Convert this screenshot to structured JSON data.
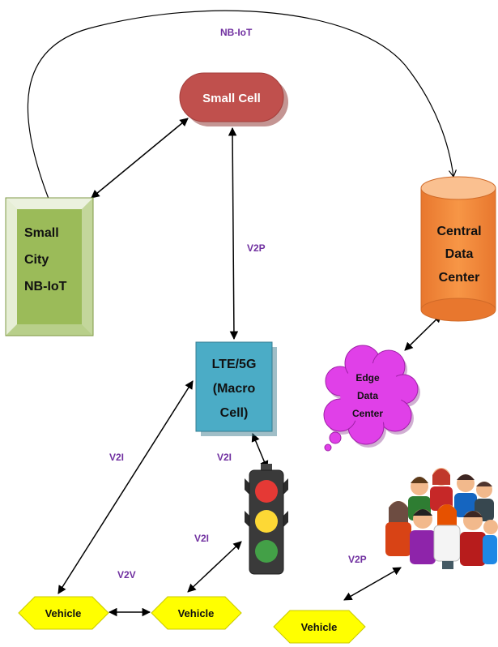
{
  "nodes": {
    "small_cell": {
      "label": "Small Cell",
      "color": "#c0504d"
    },
    "small_city": {
      "lines": [
        "Small",
        "City",
        "NB-IoT"
      ],
      "color": "#9bbb59"
    },
    "central_dc": {
      "lines": [
        "Central",
        "Data",
        "Center"
      ],
      "color": "#f79646"
    },
    "macro_cell": {
      "lines": [
        "LTE/5G",
        "(Macro",
        "Cell)"
      ],
      "color": "#4bacc6"
    },
    "edge_dc": {
      "lines": [
        "Edge",
        "Data",
        "Center"
      ],
      "color": "#e040e8"
    },
    "vehicles": [
      "Vehicle",
      "Vehicle",
      "Vehicle"
    ],
    "vehicle_color": "#ffff00"
  },
  "edges": {
    "nbiot": "NB-IoT",
    "v2p_top": "V2P",
    "v2i_left": "V2I",
    "v2i_light": "V2I",
    "v2i_lower": "V2I",
    "v2v": "V2V",
    "v2p_people": "V2P"
  },
  "icons": {
    "traffic_light": "traffic-light-icon",
    "people": "people-group-icon"
  },
  "colors": {
    "label_purple": "#7030a0"
  }
}
